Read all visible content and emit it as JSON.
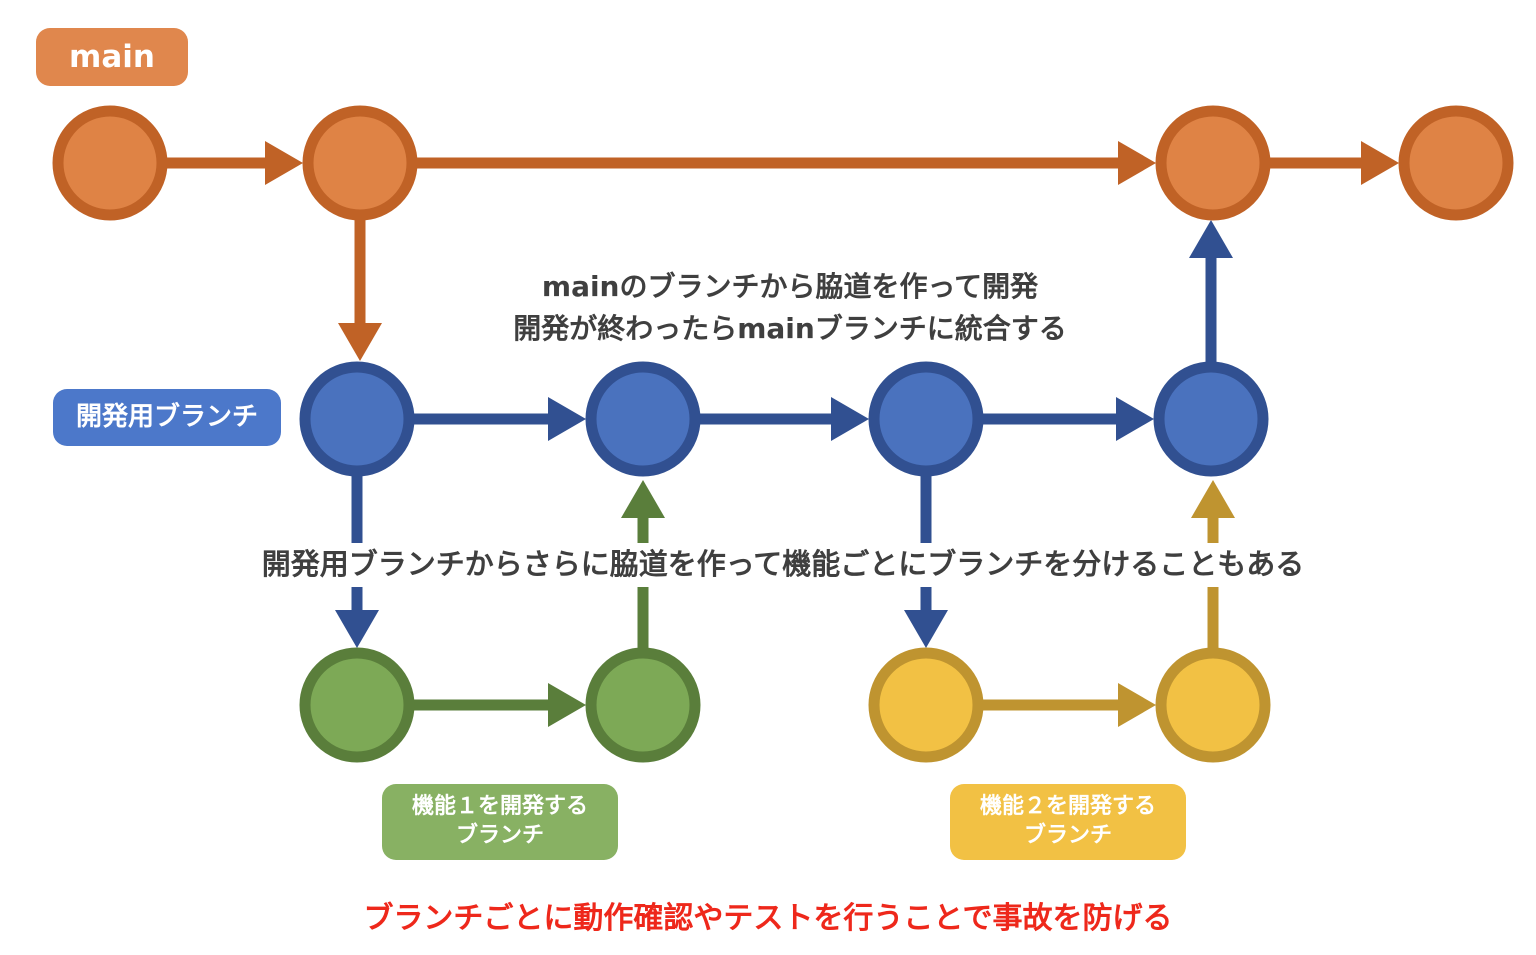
{
  "colors": {
    "orange_fill": "#DF8345",
    "orange_stroke": "#C06226",
    "orange_label_bg": "#E0874D",
    "blue_fill": "#4A72BE",
    "blue_stroke": "#315091",
    "blue_label_bg": "#4C78CA",
    "green_fill": "#7DA956",
    "green_stroke": "#5A7E3B",
    "green_label_bg": "#88B163",
    "yellow_fill": "#F2C144",
    "yellow_stroke": "#BF9430",
    "yellow_label_bg": "#F2C144",
    "text_dark": "#3F3F3F",
    "text_red": "#EE281B"
  },
  "labels": {
    "main": "main",
    "dev": "開発用ブランチ",
    "feature1_line1": "機能１を開発する",
    "feature1_line2": "ブランチ",
    "feature2_line1": "機能２を開発する",
    "feature2_line2": "ブランチ"
  },
  "annotations": {
    "main_note_line1": "mainのブランチから脇道を作って開発",
    "main_note_line2": "開発が終わったらmainブランチに統合する",
    "sub_note": "開発用ブランチからさらに脇道を作って機能ごとにブランチを分けることもある",
    "bottom_note": "ブランチごとに動作確認やテストを行うことで事故を防げる"
  }
}
